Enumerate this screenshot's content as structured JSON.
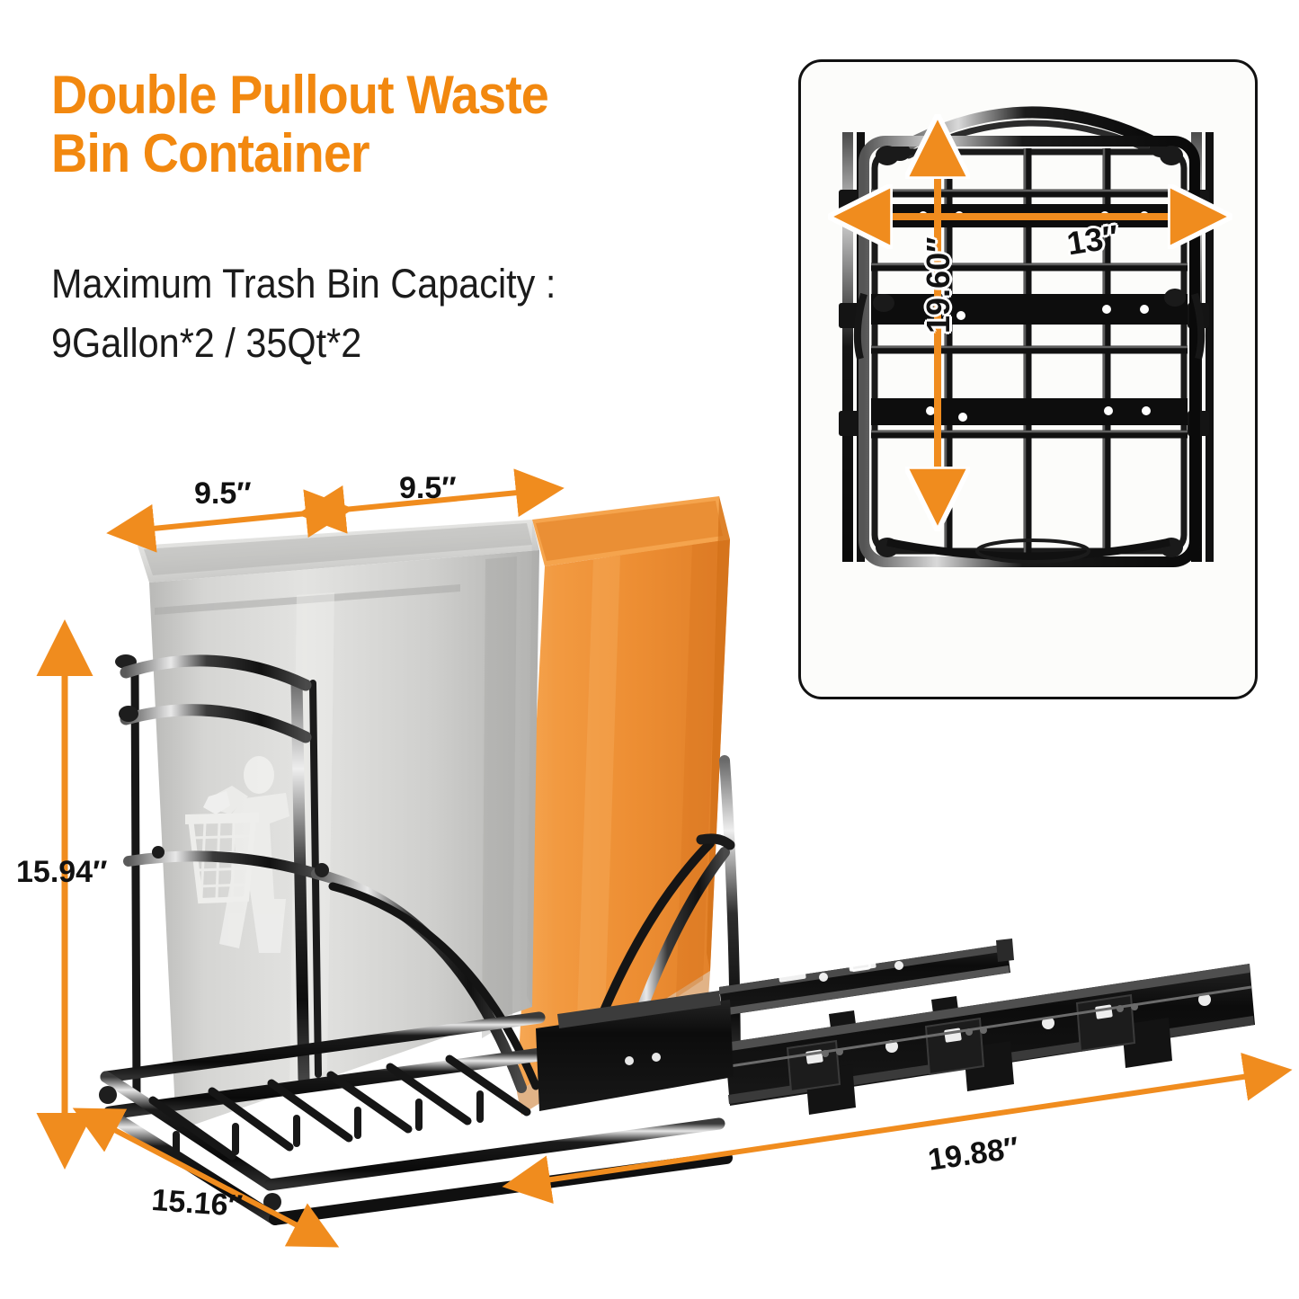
{
  "headline": {
    "line1": "Double Pullout Waste",
    "line2": "Bin Container",
    "color": "#F2880F"
  },
  "subtitle": {
    "line1": "Maximum Trash Bin Capacity :",
    "line2": "9Gallon*2 / 35Qt*2",
    "color": "#1b1b1b"
  },
  "product": {
    "left_bin_color": "#CFCFCD",
    "right_bin_color": "#F0913A",
    "frame_color": "#131313",
    "background": "#ffffff"
  },
  "dimensions": {
    "bin_width_left": "9.5″",
    "bin_width_right": "9.5″",
    "height": "15.94″",
    "depth": "15.16″",
    "length": "19.88″"
  },
  "inset": {
    "width_label": "13″",
    "height_label": "19.60″",
    "border_color": "#111111",
    "background": "#FCFCFA"
  },
  "accent": {
    "arrow_color": "#F08C1E",
    "arrow_color_dark": "#E8801A"
  }
}
